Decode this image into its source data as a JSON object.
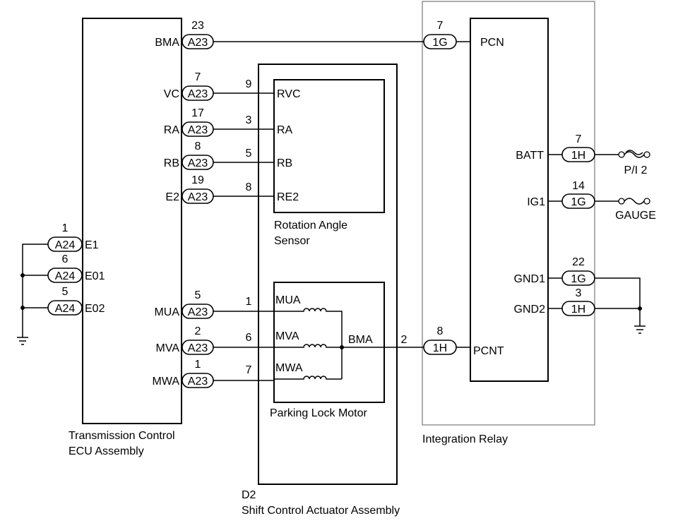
{
  "ecu": {
    "label_line1": "Transmission Control",
    "label_line2": "ECU Assembly",
    "pins": [
      {
        "name": "BMA",
        "conn": "A23",
        "num": "23"
      },
      {
        "name": "VC",
        "conn": "A23",
        "num": "7"
      },
      {
        "name": "RA",
        "conn": "A23",
        "num": "17"
      },
      {
        "name": "RB",
        "conn": "A23",
        "num": "8"
      },
      {
        "name": "E2",
        "conn": "A23",
        "num": "19"
      },
      {
        "name": "MUA",
        "conn": "A23",
        "num": "5"
      },
      {
        "name": "MVA",
        "conn": "A23",
        "num": "2"
      },
      {
        "name": "MWA",
        "conn": "A23",
        "num": "1"
      }
    ],
    "ground_pins": [
      {
        "name": "E1",
        "conn": "A24",
        "num": "1"
      },
      {
        "name": "E01",
        "conn": "A24",
        "num": "6"
      },
      {
        "name": "E02",
        "conn": "A24",
        "num": "5"
      }
    ]
  },
  "actuator": {
    "code": "D2",
    "label": "Shift Control Actuator Assembly",
    "sensor_label_line1": "Rotation Angle",
    "sensor_label_line2": "Sensor",
    "sensor_pins": [
      {
        "name": "RVC",
        "num": "9"
      },
      {
        "name": "RA",
        "num": "3"
      },
      {
        "name": "RB",
        "num": "5"
      },
      {
        "name": "RE2",
        "num": "8"
      }
    ],
    "motor_label": "Parking Lock Motor",
    "motor_pins": [
      {
        "name": "MUA",
        "num": "1"
      },
      {
        "name": "MVA",
        "num": "6"
      },
      {
        "name": "MWA",
        "num": "7"
      }
    ],
    "motor_common": {
      "name": "BMA",
      "num": "2"
    }
  },
  "relay": {
    "label": "Integration Relay",
    "pins": [
      {
        "name": "PCN",
        "conn": "1G",
        "num": "7"
      },
      {
        "name": "BATT",
        "conn": "1H",
        "num": "7"
      },
      {
        "name": "IG1",
        "conn": "1G",
        "num": "14"
      },
      {
        "name": "GND1",
        "conn": "1G",
        "num": "22"
      },
      {
        "name": "GND2",
        "conn": "1H",
        "num": "3"
      },
      {
        "name": "PCNT",
        "conn": "1H",
        "num": "8"
      }
    ],
    "fuse_batt": "P/I 2",
    "fuse_ig1": "GAUGE"
  }
}
